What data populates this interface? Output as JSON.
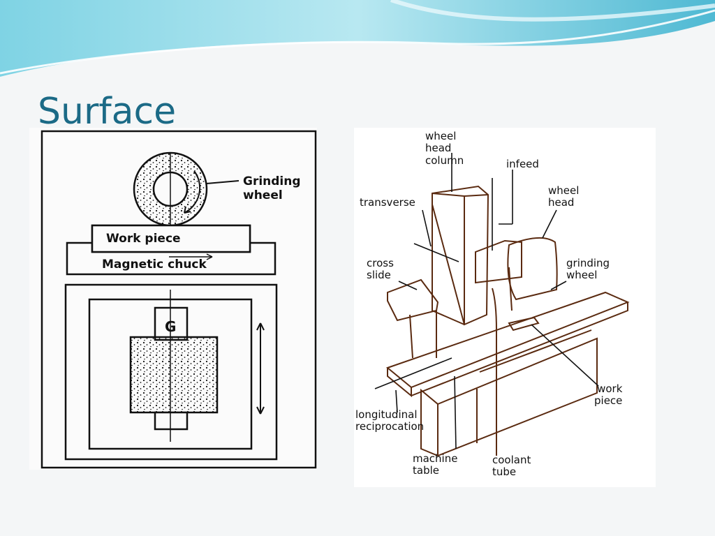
{
  "slide": {
    "title": "Surface"
  },
  "left_diagram": {
    "grinding_wheel_label": "Grinding\nwheel",
    "work_piece_label": "Work piece",
    "magnetic_chuck_label": "Magnetic chuck",
    "top_view_mark": "G"
  },
  "right_diagram": {
    "wheel_head_column": "wheel\nhead\ncolumn",
    "infeed": "infeed",
    "wheel_head": "wheel\nhead",
    "transverse": "transverse",
    "cross_slide": "cross\nslide",
    "grinding_wheel": "grinding\nwheel",
    "work_piece": "work\npiece",
    "longitudinal_reciprocation": "longitudinal\nreciprocation",
    "machine_table": "machine\ntable",
    "coolant_tube": "coolant\ntube"
  },
  "colors": {
    "title": "#1b6a86",
    "wave_light": "#bfe9f2",
    "wave_dark": "#5fc2d8",
    "ink": "#111111",
    "sketch": "#5a2a10"
  }
}
